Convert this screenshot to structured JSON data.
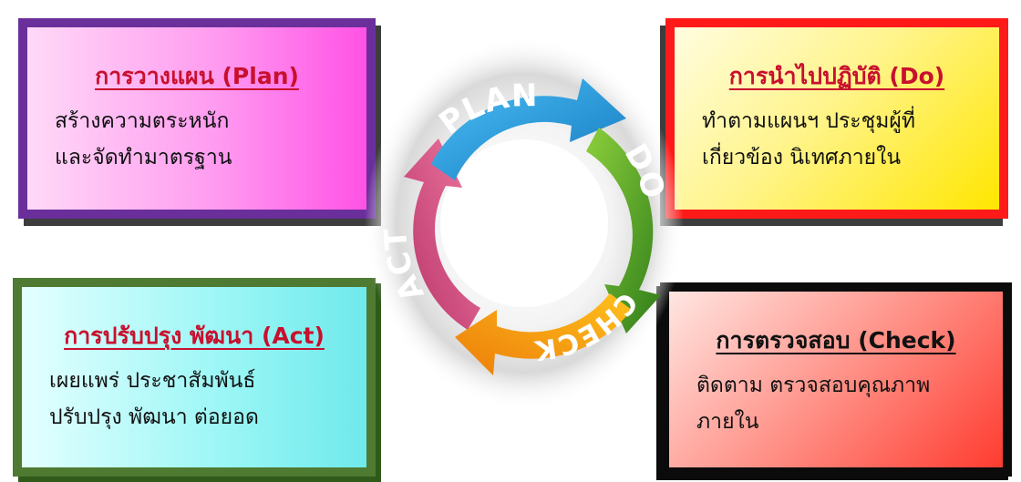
{
  "plan_box": {
    "title": "การวางแผน (Plan)",
    "lines": [
      "สร้างความตระหนัก",
      "และจัดทำมาตรฐาน"
    ]
  },
  "do_box": {
    "title": "การนำไปปฏิบัติ (Do)",
    "lines": [
      "ทำตามแผนฯ ประชุมผู้ที่",
      "เกี่ยวข้อง นิเทศภายใน"
    ]
  },
  "act_box": {
    "title": "การปรับปรุง พัฒนา (Act)",
    "lines": [
      "เผยแพร่ ประชาสัมพันธ์",
      "ปรับปรุง พัฒนา ต่อยอด"
    ]
  },
  "check_box": {
    "title": "การตรวจสอบ (Check)",
    "lines": [
      "ติดตาม ตรวจสอบคุณภาพ",
      "ภายใน"
    ]
  },
  "cycle": {
    "plan": "PLAN",
    "do": "DO",
    "check": "CHECK",
    "act": "ACT"
  },
  "colors": {
    "plan_arrow": "#2a9fe0",
    "do_arrow": "#4fa12a",
    "check_arrow": "#f29a12",
    "act_arrow": "#d9537e",
    "plan_border": "#6a2f9a",
    "do_border": "#ff1a1a",
    "act_border": "#4f7a32",
    "check_border": "#0b0b0b",
    "title_red": "#c8102e"
  }
}
